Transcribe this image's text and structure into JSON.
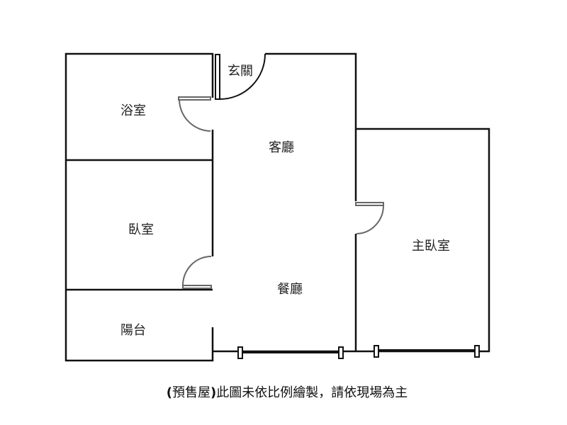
{
  "rooms": {
    "bathroom": "浴室",
    "entrance": "玄關",
    "living_room": "客廳",
    "bedroom": "臥室",
    "dining_room": "餐廳",
    "master_bedroom": "主臥室",
    "balcony": "陽台"
  },
  "caption": {
    "open_paren": "(",
    "presale": "預售屋",
    "close_paren": ")",
    "note": "此圖未依比例繪製，請依現場為主"
  },
  "colors": {
    "wall": "#111111",
    "door": "#666666"
  }
}
